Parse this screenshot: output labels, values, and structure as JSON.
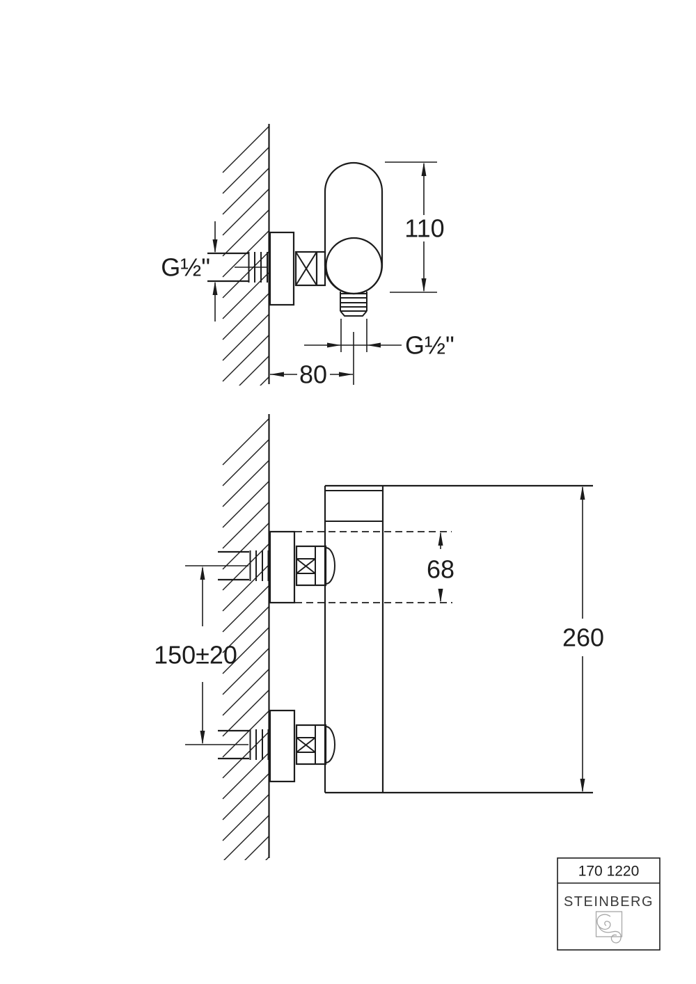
{
  "colors": {
    "line": "#1c1c1c",
    "logo_gray": "#a6a6a6",
    "background": "#ffffff"
  },
  "side_view": {
    "dim_height": "110",
    "dim_inlet_thread": "G½\"",
    "dim_outlet_thread": "G½\"",
    "dim_wall_to_outlet": "80"
  },
  "front_view": {
    "dim_cartridge_offset": "68",
    "dim_total_height": "260",
    "dim_connection_spacing": "150±20"
  },
  "title_block": {
    "article_number": "170 1220",
    "brand": "STEINBERG"
  }
}
